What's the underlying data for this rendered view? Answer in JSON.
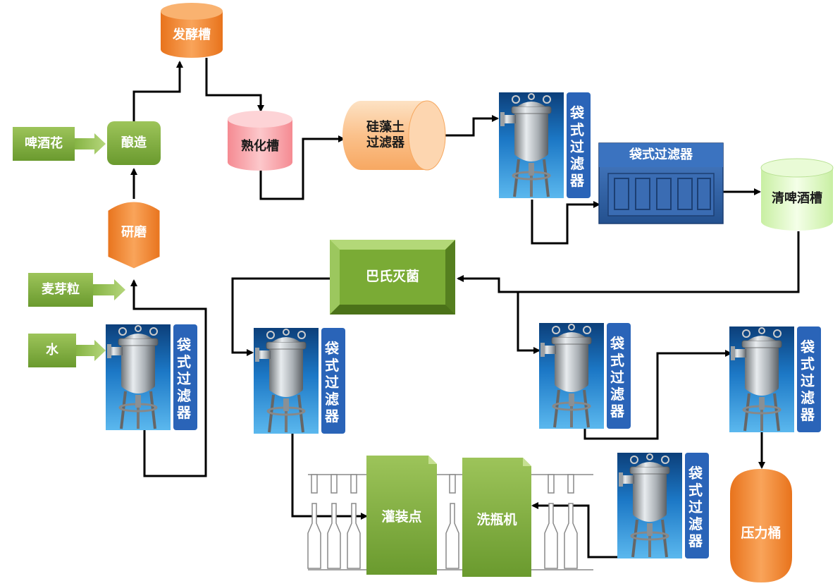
{
  "nodes": {
    "fermentation_tank": "发酵槽",
    "maturation_tank": "熟化槽",
    "diatomite_filter": "硅藻土\n过滤器",
    "brewing": "酿造",
    "hops": "啤酒花",
    "milling": "研磨",
    "malt": "麦芽粒",
    "water": "水",
    "bag_filter_box": "袋式过滤器",
    "clear_beer_tank": "清啤酒槽",
    "pasteurization": "巴氏灭菌",
    "filling_point": "灌装点",
    "bottle_washer": "洗瓶机",
    "pressure_barrel": "压力桶"
  },
  "filter_label": "袋式过滤器",
  "colors": {
    "orange": "#f08a32",
    "pink": "#f4a0a4",
    "peach": "#fbc494",
    "green": "#7aa53a",
    "blue": "#2f5fa8",
    "pale_green": "#dff7c4",
    "filter_bg": "#1e78c8"
  }
}
